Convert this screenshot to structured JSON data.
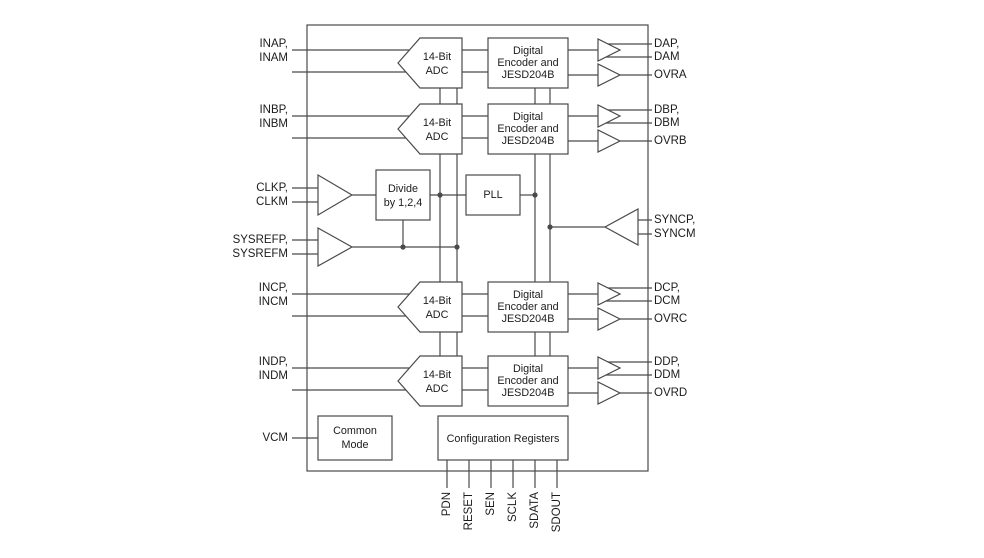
{
  "pins": {
    "left": {
      "inap": "INAP,",
      "inam": "INAM",
      "inbp": "INBP,",
      "inbm": "INBM",
      "clkp": "CLKP,",
      "clkm": "CLKM",
      "sysrefp": "SYSREFP,",
      "sysrefm": "SYSREFM",
      "incp": "INCP,",
      "incm": "INCM",
      "indp": "INDP,",
      "indm": "INDM",
      "vcm": "VCM"
    },
    "right": {
      "dap": "DAP,",
      "dam": "DAM",
      "ovra": "OVRA",
      "dbp": "DBP,",
      "dbm": "DBM",
      "ovrb": "OVRB",
      "syncp": "SYNCP,",
      "syncm": "SYNCM",
      "dcp": "DCP,",
      "dcm": "DCM",
      "ovrc": "OVRC",
      "ddp": "DDP,",
      "ddm": "DDM",
      "ovrd": "OVRD"
    },
    "bottom": [
      "PDN",
      "RESET",
      "SEN",
      "SCLK",
      "SDATA",
      "SDOUT"
    ]
  },
  "blocks": {
    "adc": {
      "l1": "14-Bit",
      "l2": "ADC"
    },
    "encoder": {
      "l1": "Digital",
      "l2": "Encoder and",
      "l3": "JESD204B"
    },
    "divider": {
      "l1": "Divide",
      "l2": "by 1,2,4"
    },
    "pll": "PLL",
    "common_mode": {
      "l1": "Common",
      "l2": "Mode"
    },
    "config_registers": "Configuration Registers"
  },
  "colors": {
    "line": "#4a4a4a",
    "text": "#1c1c1c",
    "background": "#ffffff"
  }
}
